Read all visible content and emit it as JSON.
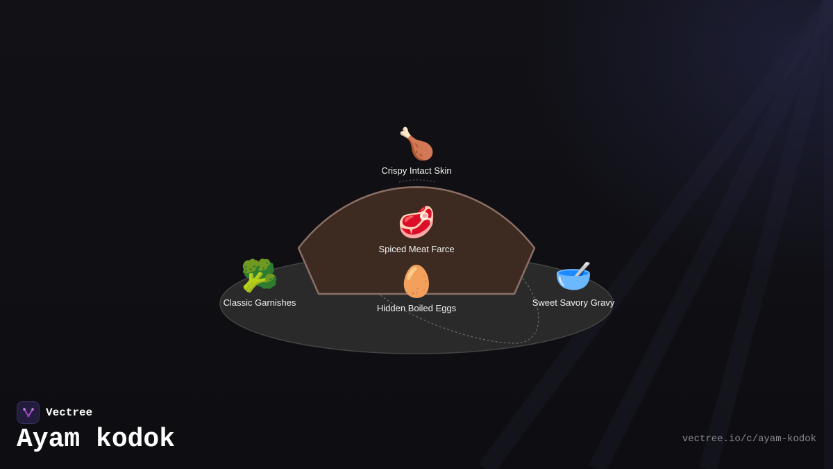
{
  "brand": {
    "name": "Vectree",
    "logo_icon": "vectree-logo-icon"
  },
  "title": "Ayam kodok",
  "url": "vectree.io/c/ayam-kodok",
  "colors": {
    "background": "#0f0f13",
    "plate": "#2a2a2a",
    "dome_fill": "#3d2b22",
    "dome_stroke": "#8c7066",
    "label": "#f2f2f2",
    "url": "#8a8a92",
    "logo_accent": "#b04fd6"
  },
  "components": [
    {
      "id": "skin",
      "icon": "chicken-leg-icon",
      "emoji": "🍗",
      "label": "Crispy Intact Skin"
    },
    {
      "id": "farce",
      "icon": "meat-icon",
      "emoji": "🥩",
      "label": "Spiced Meat Farce"
    },
    {
      "id": "eggs",
      "icon": "egg-icon",
      "emoji": "🥚",
      "label": "Hidden Boiled Eggs"
    },
    {
      "id": "garnishes",
      "icon": "broccoli-icon",
      "emoji": "🥦",
      "label": "Classic Garnishes"
    },
    {
      "id": "gravy",
      "icon": "bowl-with-spoon-icon",
      "emoji": "🥣",
      "label": "Sweet Savory Gravy"
    }
  ]
}
